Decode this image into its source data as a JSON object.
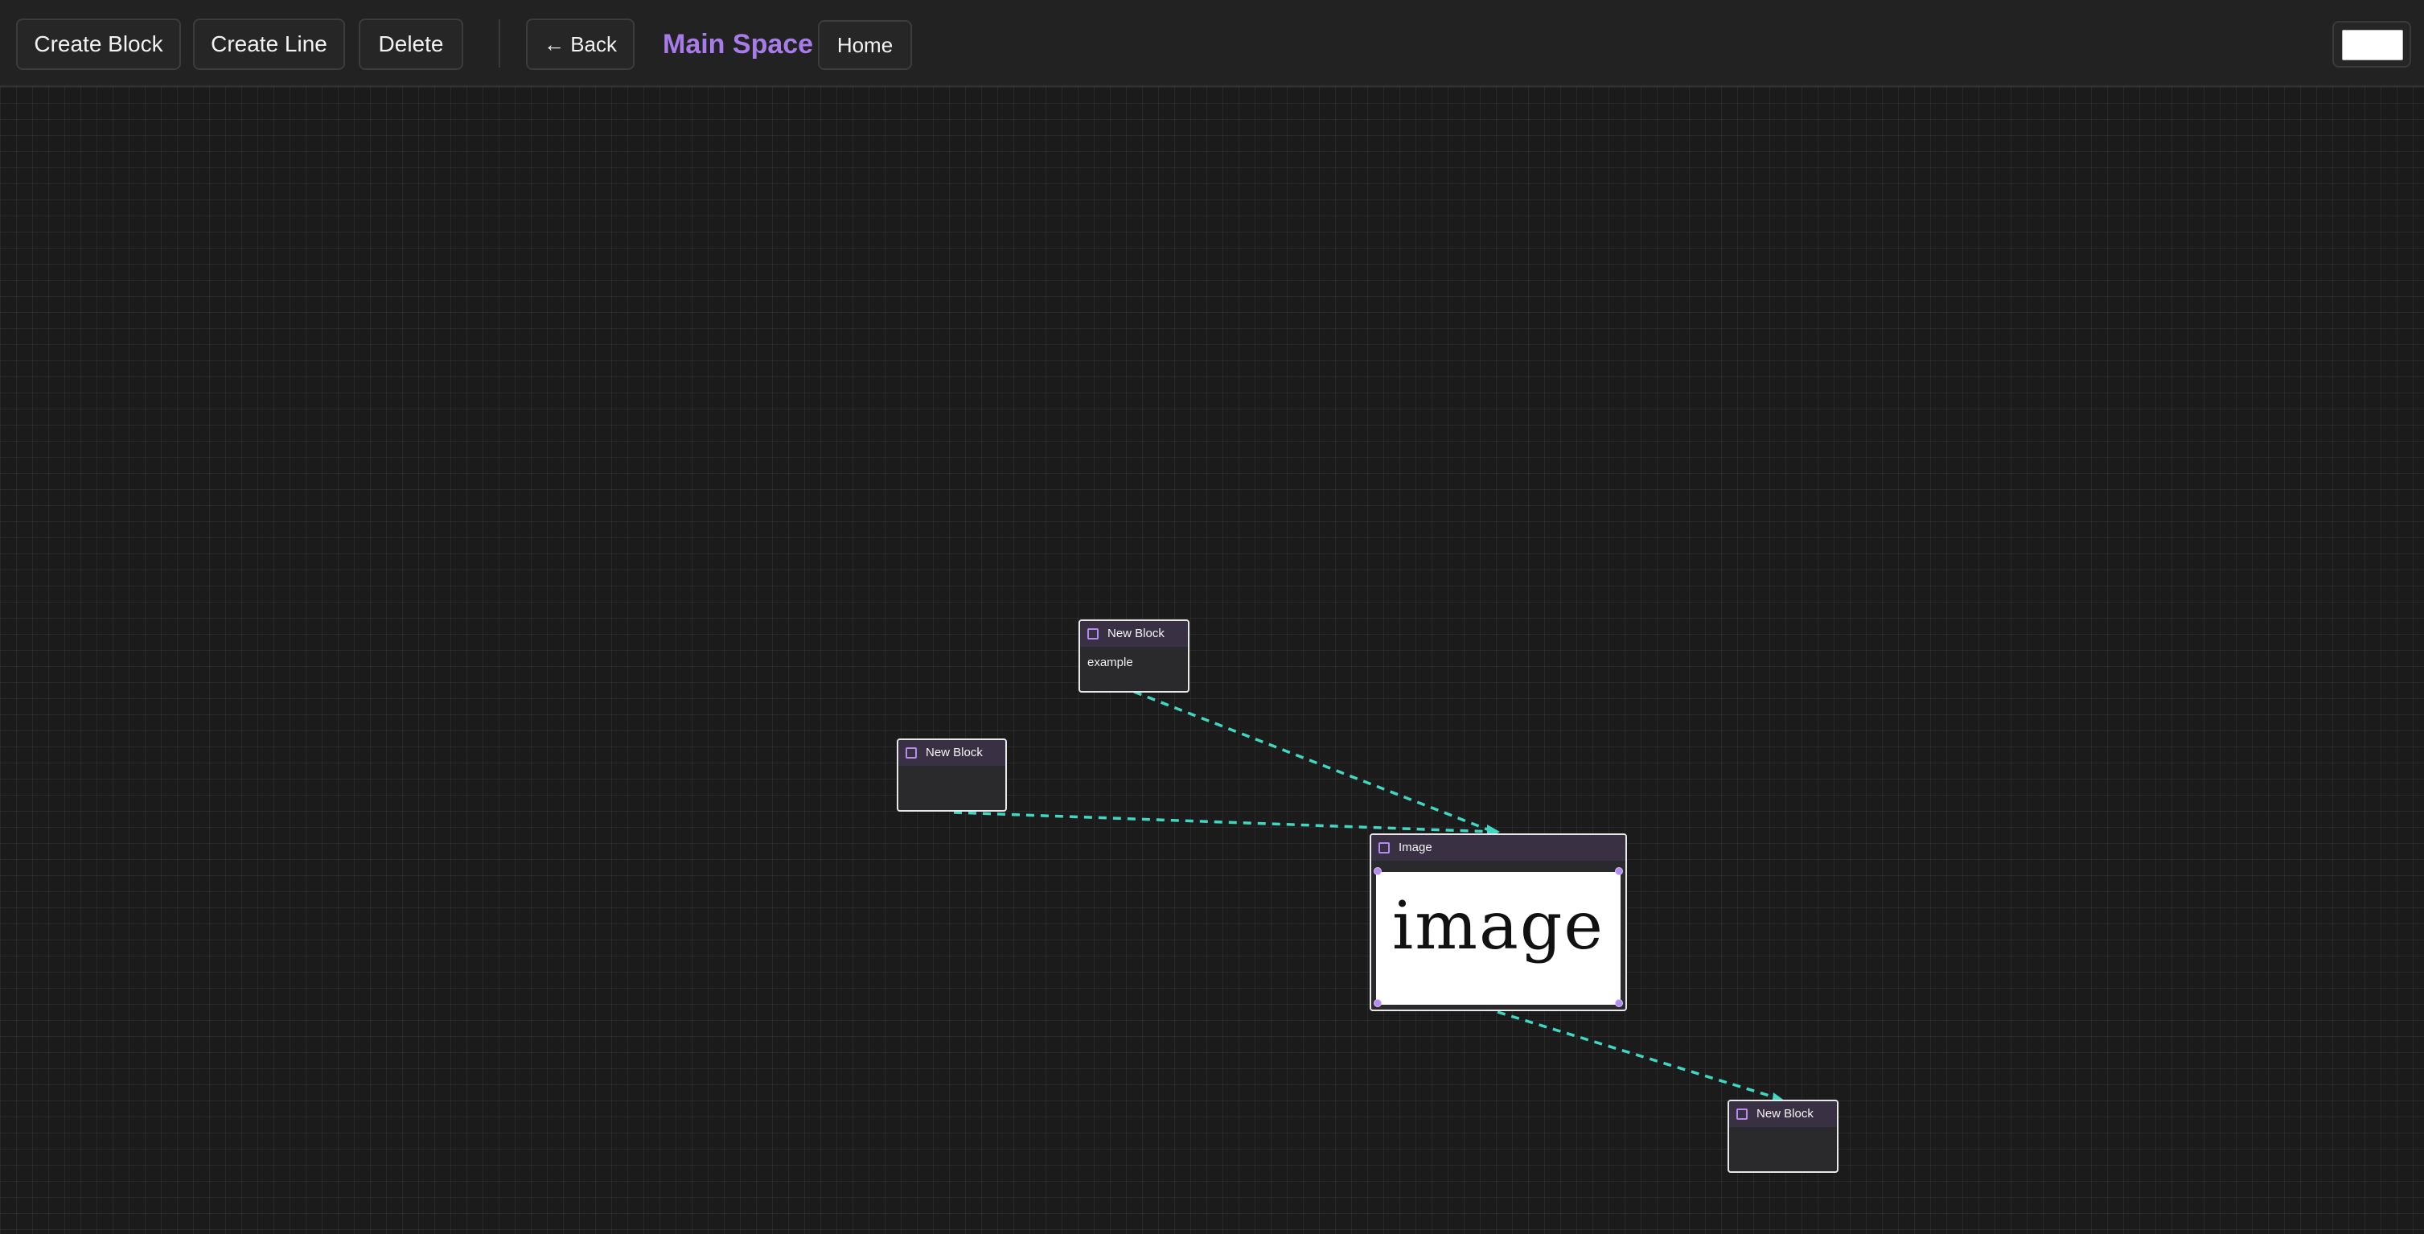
{
  "toolbar": {
    "create_block_label": "Create Block",
    "create_line_label": "Create Line",
    "delete_label": "Delete",
    "back_label": "← Back",
    "space_title": "Main Space",
    "home_label": "Home"
  },
  "canvas": {
    "blocks": [
      {
        "title": "New Block",
        "content": "example"
      },
      {
        "title": "New Block",
        "content": ""
      },
      {
        "title": "Image",
        "image_text": "image"
      },
      {
        "title": "New Block",
        "content": ""
      }
    ]
  },
  "colors": {
    "accent": "#a77be8",
    "connector": "#40d6c0",
    "block_header": "#3a3044"
  }
}
